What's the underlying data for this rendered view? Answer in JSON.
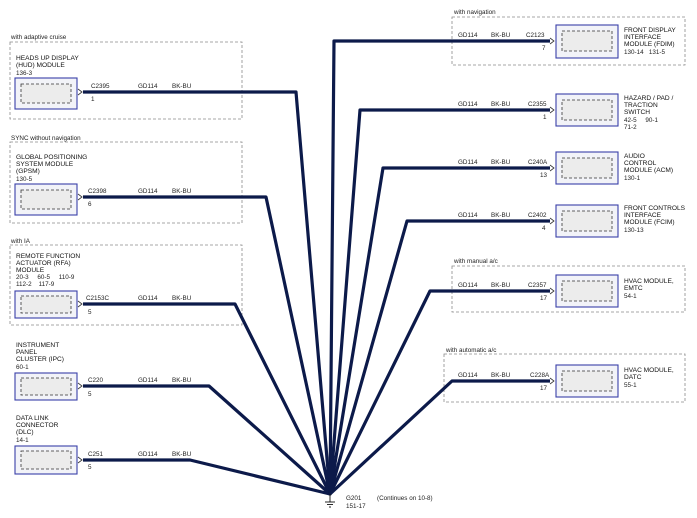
{
  "ground": {
    "id": "G201",
    "ref": "151-17",
    "note": "(Continues on 10-8)"
  },
  "modules_left": [
    {
      "section": "with adaptive cruise",
      "name_lines": [
        "HEADS UP DISPLAY",
        "(HUD) MODULE"
      ],
      "refs": [
        "136-3"
      ],
      "connector": "C2395",
      "pin": "1",
      "circuit": "GD114",
      "color": "BK-BU"
    },
    {
      "section": "SYNC without navigation",
      "name_lines": [
        "GLOBAL POSITIONING",
        "SYSTEM MODULE",
        "(GPSM)"
      ],
      "refs": [
        "130-5"
      ],
      "connector": "C2398",
      "pin": "6",
      "circuit": "GD114",
      "color": "BK-BU"
    },
    {
      "section": "with IA",
      "name_lines": [
        "REMOTE FUNCTION",
        "ACTUATOR (RFA)",
        "MODULE"
      ],
      "refs": [
        "20-3     60-5     110-9",
        "112-2    117-9"
      ],
      "connector": "C2153C",
      "pin": "5",
      "circuit": "GD114",
      "color": "BK-BU"
    },
    {
      "section": "",
      "name_lines": [
        "INSTRUMENT",
        "PANEL",
        "CLUSTER (IPC)"
      ],
      "refs": [
        "60-1"
      ],
      "connector": "C220",
      "pin": "5",
      "circuit": "GD114",
      "color": "BK-BU"
    },
    {
      "section": "",
      "name_lines": [
        "DATA LINK",
        "CONNECTOR",
        "(DLC)"
      ],
      "refs": [
        "14-1"
      ],
      "connector": "C251",
      "pin": "5",
      "circuit": "GD114",
      "color": "BK-BU"
    }
  ],
  "modules_right": [
    {
      "section": "with navigation",
      "name_lines": [
        "FRONT DISPLAY",
        "INTERFACE",
        "MODULE (FDIM)"
      ],
      "refs": [
        "130-14   131-5"
      ],
      "connector": "C2123",
      "pin": "7",
      "circuit": "GD114",
      "color": "BK-BU"
    },
    {
      "section": "",
      "name_lines": [
        "HAZARD / PAD /",
        "TRACTION",
        "SWITCH"
      ],
      "refs": [
        "42-5     90-1",
        "71-2"
      ],
      "connector": "C2355",
      "pin": "1",
      "circuit": "GD114",
      "color": "BK-BU"
    },
    {
      "section": "",
      "name_lines": [
        "AUDIO",
        "CONTROL",
        "MODULE (ACM)"
      ],
      "refs": [
        "130-1"
      ],
      "connector": "C240A",
      "pin": "13",
      "circuit": "GD114",
      "color": "BK-BU"
    },
    {
      "section": "",
      "name_lines": [
        "FRONT CONTROLS",
        "INTERFACE",
        "MODULE (FCIM)"
      ],
      "refs": [
        "130-13"
      ],
      "connector": "C2402",
      "pin": "4",
      "circuit": "GD114",
      "color": "BK-BU"
    },
    {
      "section": "with manual a/c",
      "name_lines": [
        "HVAC MODULE,",
        "EMTC"
      ],
      "refs": [
        "54-1"
      ],
      "connector": "C2357",
      "pin": "17",
      "circuit": "GD114",
      "color": "BK-BU"
    },
    {
      "section": "with automatic a/c",
      "name_lines": [
        "HVAC MODULE,",
        "DATC"
      ],
      "refs": [
        "55-1"
      ],
      "connector": "C228A",
      "pin": "17",
      "circuit": "GD114",
      "color": "BK-BU"
    }
  ]
}
